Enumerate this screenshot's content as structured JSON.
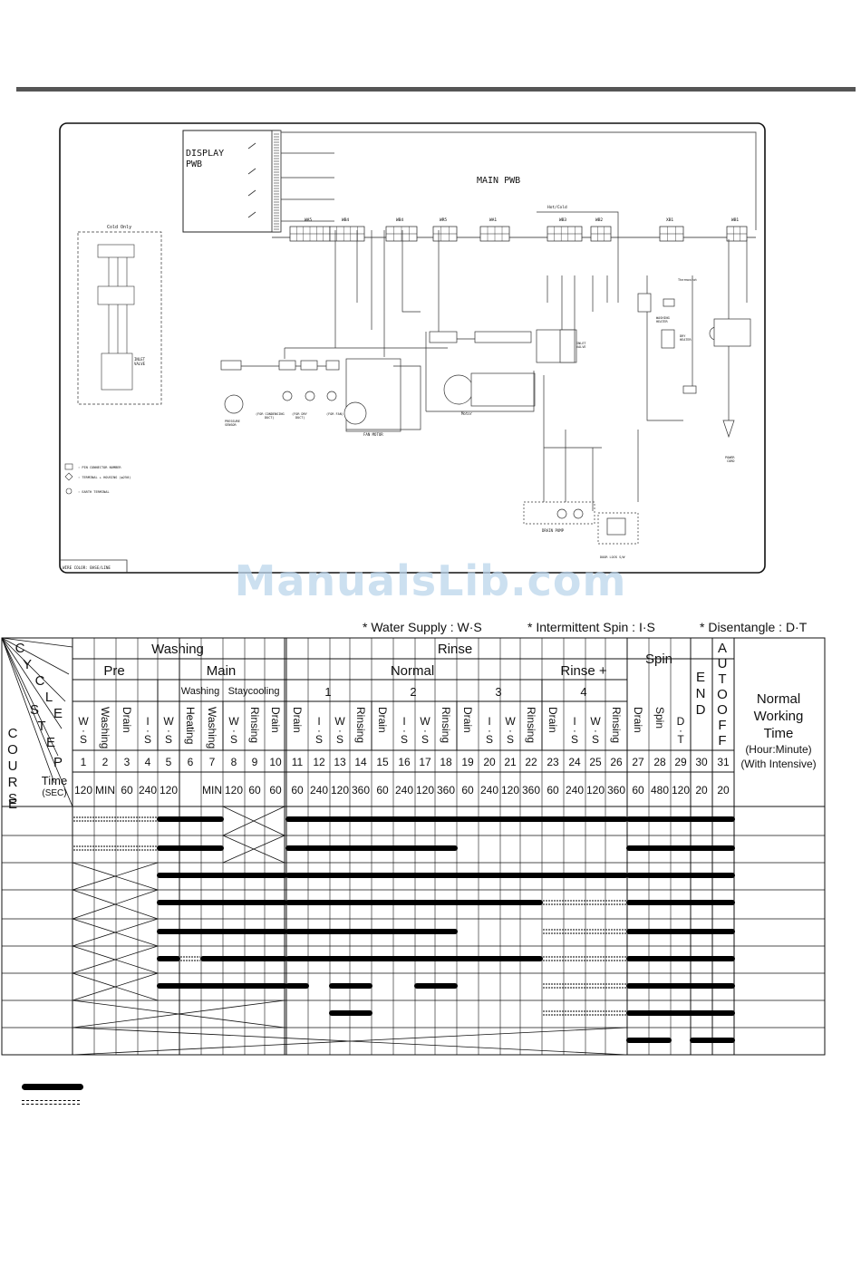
{
  "wiring_diagram": {
    "display_label": "DISPLAY\nPWB",
    "main_label": "MAIN PWB",
    "cold_only_label": "Cold Only",
    "hot_cold_label": "Hot/Cold",
    "connectors": [
      "WA5",
      "WB4",
      "WB4",
      "WR5",
      "WA1",
      "WB3",
      "WB2",
      "XB1",
      "WB1"
    ],
    "components": {
      "pressure_sensor": "PRESSURE\nSENSOR",
      "fan_condensing": "(FOR CONDENSING\nDUCT)",
      "fan_dry": "(FOR DRY\nDUCT)",
      "fan_fan": "(FOR FAN)",
      "fan_motor": "FAN MOTOR",
      "motor": "Motor",
      "inlet_valve_1": "INLET\nVALVE",
      "inlet_valve_2": "INLET\nVALVE",
      "thermostat": "Thermostat",
      "washing_heater": "WASHING\nHEATER",
      "dry_heater": "DRY\nHEATER",
      "power_cord": "POWER\nCORD",
      "drain_pump": "DRAIN PUMP",
      "door_lock": "DOOR LOCK S/W"
    },
    "legend": {
      "pin": ": PIN CONNECTOR NUMBER",
      "terminal": ": TERMINAL + HOUSING (φ250)",
      "earth": ": EARTH TERMINAL"
    },
    "wire_color": "WIRE COLOR: BASE/LINE"
  },
  "watermark": "ManualsLib.com",
  "abbreviations": [
    {
      "text": "* Water Supply : W·S"
    },
    {
      "text": "* Intermittent Spin : I·S"
    },
    {
      "text": "* Disentangle : D·T"
    }
  ],
  "cycle_table": {
    "corner": {
      "cycle": [
        "C",
        "Y",
        "C",
        "L",
        "E"
      ],
      "step": [
        "S",
        "T",
        "E",
        "P"
      ],
      "course": [
        "C",
        "O",
        "U",
        "R",
        "S",
        "E"
      ],
      "time": "Time",
      "sec": "(SEC)"
    },
    "group_headers": [
      "Washing",
      "Rinse",
      "Spin"
    ],
    "sub_headers": [
      "Pre",
      "Main",
      "Normal",
      "Rinse +"
    ],
    "stage_headers": [
      "Washing",
      "Staycooling",
      "1",
      "2",
      "3",
      "4"
    ],
    "end_letters": [
      "E",
      "N",
      "D"
    ],
    "autooff_letters": [
      "A",
      "U",
      "T",
      "O",
      "O",
      "F",
      "F"
    ],
    "working_time": {
      "title": "Normal\nWorking\nTime",
      "unit": "(Hour:Minute)",
      "note": "(With Intensive)"
    },
    "step_labels": [
      "W·S",
      "Washing",
      "Drain",
      "I·S",
      "W·S",
      "Heating",
      "Washing",
      "W·S",
      "Rinsing",
      "Drain",
      "Drain",
      "I·S",
      "W·S",
      "Rinsing",
      "Drain",
      "I·S",
      "W·S",
      "Rinsing",
      "Drain",
      "I·S",
      "W·S",
      "Rinsing",
      "Drain",
      "I·S",
      "W·S",
      "Rinsing",
      "Drain",
      "Spin",
      "D·T"
    ],
    "step_numbers": [
      "1",
      "2",
      "3",
      "4",
      "5",
      "6",
      "7",
      "8",
      "9",
      "10",
      "11",
      "12",
      "13",
      "14",
      "15",
      "16",
      "17",
      "18",
      "19",
      "20",
      "21",
      "22",
      "23",
      "24",
      "25",
      "26",
      "27",
      "28",
      "29",
      "30",
      "31"
    ],
    "step_times": [
      "120",
      "MIN",
      "60",
      "240",
      "120",
      "",
      "MIN",
      "120",
      "60",
      "60",
      "60",
      "240",
      "120",
      "360",
      "60",
      "240",
      "120",
      "360",
      "60",
      "240",
      "120",
      "360",
      "60",
      "240",
      "120",
      "360",
      "60",
      "480",
      "120",
      "20",
      "20"
    ]
  },
  "legend_marks": [
    "solid",
    "dashed"
  ]
}
